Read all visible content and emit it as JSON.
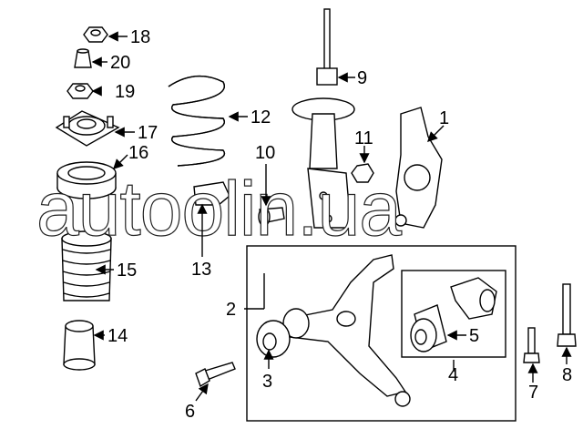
{
  "diagram": {
    "title": "Front suspension parts diagram",
    "watermark": "autoolin.ua",
    "callouts": [
      "1",
      "2",
      "3",
      "4",
      "5",
      "6",
      "7",
      "8",
      "9",
      "10",
      "11",
      "12",
      "13",
      "14",
      "15",
      "16",
      "17",
      "18",
      "19",
      "20"
    ]
  }
}
